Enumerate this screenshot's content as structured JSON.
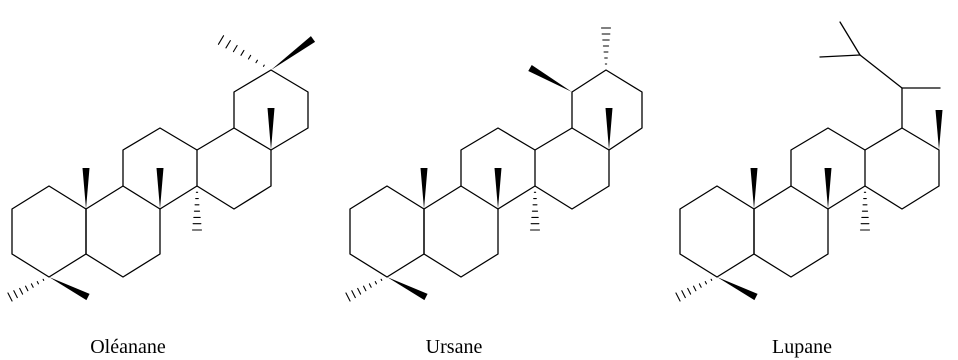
{
  "structures": [
    {
      "id": "oleanane",
      "name": "Oléanane"
    },
    {
      "id": "ursane",
      "name": "Ursane"
    },
    {
      "id": "lupane",
      "name": "Lupane"
    }
  ]
}
